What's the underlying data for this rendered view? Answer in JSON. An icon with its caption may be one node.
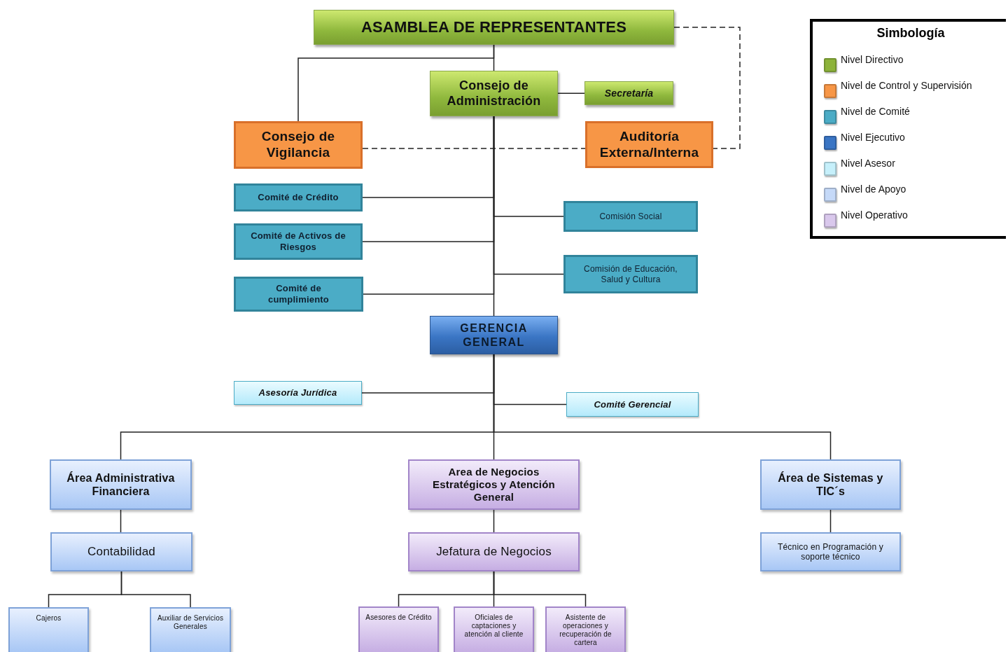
{
  "diagram": {
    "nodes": [
      {
        "text": [
          "ASAMBLEA DE REPRESENTANTES"
        ]
      },
      {
        "text": [
          "Consejo de Administración"
        ]
      },
      {
        "text": [
          "Secretaría"
        ]
      },
      {
        "text": [
          "Consejo de Vigilancia"
        ]
      },
      {
        "text": [
          "Auditoría Externa/Interna"
        ]
      },
      {
        "text": [
          "Comité de Crédito"
        ]
      },
      {
        "text": [
          "Comité de Activos de Riesgos"
        ]
      },
      {
        "text": [
          "Comité de cumplimiento"
        ]
      },
      {
        "text": [
          "Comisión Social"
        ]
      },
      {
        "text": [
          "Comisión de Educación, Salud y Cultura"
        ]
      },
      {
        "text": [
          "GERENCIA GENERAL"
        ]
      },
      {
        "text": [
          "Asesoría Jurídica"
        ]
      },
      {
        "text": [
          "Comité Gerencial"
        ]
      },
      {
        "text": [
          "Área Administrativa Financiera"
        ]
      },
      {
        "text": [
          "Area de Negocios Estratégicos y Atención General"
        ]
      },
      {
        "text": [
          "Área de Sistemas y TIC´s"
        ]
      },
      {
        "text": [
          "Contabilidad"
        ]
      },
      {
        "text": [
          "Jefatura de Negocios"
        ]
      },
      {
        "text": [
          "Técnico en Programación y soporte técnico"
        ]
      },
      {
        "text": [
          "Cajeros"
        ]
      },
      {
        "text": [
          "Auxiliar de Servicios Generales"
        ]
      },
      {
        "text": [
          "Asesores de Crédito"
        ]
      },
      {
        "text": [
          "Oficiales de captaciones y atención al cliente"
        ]
      },
      {
        "text": [
          "Asistente de operaciones y recuperación de cartera"
        ]
      }
    ],
    "edges": [
      {
        "from": 0,
        "to": 1,
        "arrow": "none"
      },
      {
        "from": 0,
        "to": 3,
        "arrow": "none"
      },
      {
        "from": 1,
        "to": 2,
        "arrow": "none"
      },
      {
        "from": 3,
        "to": 4,
        "arrow": "none",
        "style": "dashed"
      },
      {
        "from": 0,
        "to": 4,
        "arrow": "none",
        "style": "dashed"
      },
      {
        "from": 1,
        "to": 5,
        "arrow": "none"
      },
      {
        "from": 1,
        "to": 8,
        "arrow": "none"
      },
      {
        "from": 1,
        "to": 6,
        "arrow": "none"
      },
      {
        "from": 1,
        "to": 9,
        "arrow": "none"
      },
      {
        "from": 1,
        "to": 7,
        "arrow": "none"
      },
      {
        "from": 1,
        "to": 10,
        "arrow": "none"
      },
      {
        "from": 10,
        "to": 11,
        "arrow": "none"
      },
      {
        "from": 10,
        "to": 12,
        "arrow": "none"
      },
      {
        "from": 10,
        "to": 13,
        "arrow": "none"
      },
      {
        "from": 10,
        "to": 14,
        "arrow": "none"
      },
      {
        "from": 10,
        "to": 15,
        "arrow": "none"
      },
      {
        "from": 13,
        "to": 16,
        "arrow": "none"
      },
      {
        "from": 14,
        "to": 17,
        "arrow": "none"
      },
      {
        "from": 15,
        "to": 18,
        "arrow": "none"
      },
      {
        "from": 16,
        "to": 19,
        "arrow": "none"
      },
      {
        "from": 16,
        "to": 20,
        "arrow": "none"
      },
      {
        "from": 17,
        "to": 21,
        "arrow": "none"
      },
      {
        "from": 17,
        "to": 22,
        "arrow": "none"
      },
      {
        "from": 17,
        "to": 23,
        "arrow": "none"
      }
    ],
    "labels": [
      "Simbología"
    ],
    "legend": [
      {
        "text": "Nivel Directivo",
        "color": "#8db33a"
      },
      {
        "text": "Nivel de Control y Supervisión",
        "color": "#f79646"
      },
      {
        "text": "Nivel de Comité",
        "color": "#4bacc6"
      },
      {
        "text": "Nivel Ejecutivo",
        "color": "#3a75c4"
      },
      {
        "text": "Nivel Asesor",
        "color": "#c6f0fb"
      },
      {
        "text": "Nivel de Apoyo",
        "color": "#c5d9f8"
      },
      {
        "text": "Nivel Operativo",
        "color": "#d9c8ec"
      }
    ]
  }
}
